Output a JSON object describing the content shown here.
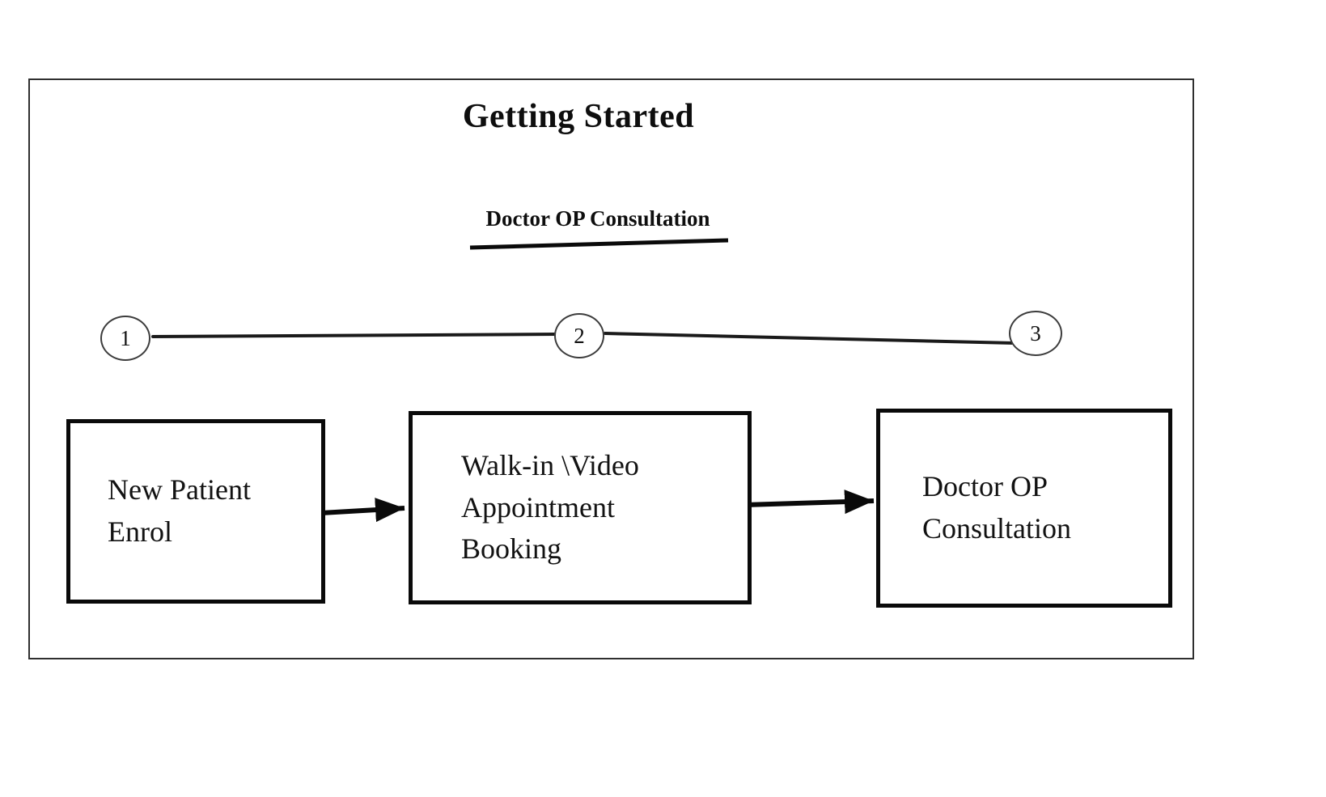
{
  "diagram": {
    "title": "Getting Started",
    "subtitle": "Doctor OP Consultation",
    "steps": [
      {
        "number": "1",
        "label": "New Patient Enrol"
      },
      {
        "number": "2",
        "label": "Walk-in \\Video Appointment Booking"
      },
      {
        "number": "3",
        "label": "Doctor OP Consultation"
      }
    ],
    "colors": {
      "ink": "#111111",
      "frame_border": "#2f2f2f",
      "background": "#ffffff"
    }
  }
}
